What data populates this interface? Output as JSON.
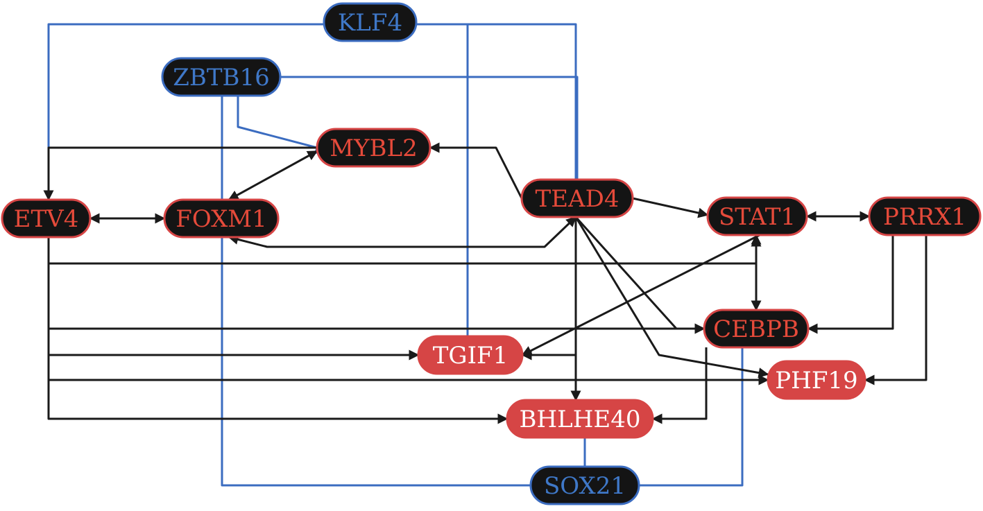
{
  "colors": {
    "activation": "#1a1a1a",
    "repression": "#3b6cc0",
    "red_fill": "#d64545",
    "red_text": "#e54a3a",
    "dark_fill": "#141414",
    "blue_text": "#3f78c8",
    "white_text": "#ffffff"
  },
  "nodes": {
    "KLF4": {
      "label": "KLF4",
      "style": "dark-blue"
    },
    "ZBTB16": {
      "label": "ZBTB16",
      "style": "dark-blue"
    },
    "MYBL2": {
      "label": "MYBL2",
      "style": "dark-red"
    },
    "TEAD4": {
      "label": "TEAD4",
      "style": "dark-red"
    },
    "ETV4": {
      "label": "ETV4",
      "style": "dark-red"
    },
    "FOXM1": {
      "label": "FOXM1",
      "style": "dark-red"
    },
    "STAT1": {
      "label": "STAT1",
      "style": "dark-red"
    },
    "PRRX1": {
      "label": "PRRX1",
      "style": "dark-red"
    },
    "CEBPB": {
      "label": "CEBPB",
      "style": "dark-red"
    },
    "TGIF1": {
      "label": "TGIF1",
      "style": "red-white"
    },
    "PHF19": {
      "label": "PHF19",
      "style": "red-white"
    },
    "BHLHE40": {
      "label": "BHLHE40",
      "style": "red-white"
    },
    "SOX21": {
      "label": "SOX21",
      "style": "dark-blue"
    }
  },
  "edges": [
    {
      "id": "klf4-etv4",
      "source": "KLF4",
      "target": "ETV4",
      "type": "repression"
    },
    {
      "id": "klf4-tead4",
      "source": "KLF4",
      "target": "TEAD4",
      "type": "repression"
    },
    {
      "id": "klf4-tgif1",
      "source": "KLF4",
      "target": "TGIF1",
      "type": "repression"
    },
    {
      "id": "zbtb16-tead4",
      "source": "ZBTB16",
      "target": "TEAD4",
      "type": "repression"
    },
    {
      "id": "zbtb16-mybl2",
      "source": "ZBTB16",
      "target": "MYBL2",
      "type": "repression"
    },
    {
      "id": "zbtb16-foxm1",
      "source": "ZBTB16",
      "target": "FOXM1",
      "type": "repression"
    },
    {
      "id": "sox21-bhlhe40",
      "source": "SOX21",
      "target": "BHLHE40",
      "type": "repression"
    },
    {
      "id": "sox21-cebpb",
      "source": "SOX21",
      "target": "CEBPB",
      "type": "repression"
    },
    {
      "id": "sox21-foxm1",
      "source": "SOX21",
      "target": "FOXM1",
      "type": "repression"
    },
    {
      "id": "mybl2-etv4",
      "source": "MYBL2",
      "target": "ETV4",
      "type": "activation"
    },
    {
      "id": "foxm1-mybl2",
      "source": "FOXM1",
      "target": "MYBL2",
      "type": "bidirectional"
    },
    {
      "id": "etv4-foxm1",
      "source": "ETV4",
      "target": "FOXM1",
      "type": "bidirectional"
    },
    {
      "id": "tead4-mybl2",
      "source": "TEAD4",
      "target": "MYBL2",
      "type": "activation"
    },
    {
      "id": "tead4-foxm1",
      "source": "TEAD4",
      "target": "FOXM1",
      "type": "bidirectional"
    },
    {
      "id": "tead4-stat1",
      "source": "TEAD4",
      "target": "STAT1",
      "type": "activation"
    },
    {
      "id": "stat1-prrx1",
      "source": "STAT1",
      "target": "PRRX1",
      "type": "bidirectional"
    },
    {
      "id": "stat1-cebpb",
      "source": "STAT1",
      "target": "CEBPB",
      "type": "bidirectional"
    },
    {
      "id": "stat1-tgif1",
      "source": "STAT1",
      "target": "TGIF1",
      "type": "activation"
    },
    {
      "id": "etv4-stat1",
      "source": "ETV4",
      "target": "STAT1",
      "type": "activation"
    },
    {
      "id": "etv4-cebpb",
      "source": "ETV4",
      "target": "CEBPB",
      "type": "activation"
    },
    {
      "id": "etv4-tgif1",
      "source": "ETV4",
      "target": "TGIF1",
      "type": "activation"
    },
    {
      "id": "etv4-phf19",
      "source": "ETV4",
      "target": "PHF19",
      "type": "activation"
    },
    {
      "id": "etv4-bhlhe40",
      "source": "ETV4",
      "target": "BHLHE40",
      "type": "activation"
    },
    {
      "id": "prrx1-cebpb",
      "source": "PRRX1",
      "target": "CEBPB",
      "type": "activation"
    },
    {
      "id": "prrx1-phf19",
      "source": "PRRX1",
      "target": "PHF19",
      "type": "activation"
    },
    {
      "id": "tead4-cebpb",
      "source": "TEAD4",
      "target": "CEBPB",
      "type": "activation"
    },
    {
      "id": "tead4-phf19",
      "source": "TEAD4",
      "target": "PHF19",
      "type": "activation"
    },
    {
      "id": "tead4-bhlhe40",
      "source": "TEAD4",
      "target": "BHLHE40",
      "type": "activation"
    },
    {
      "id": "tead4-tgif1",
      "source": "TEAD4",
      "target": "TGIF1",
      "type": "activation"
    },
    {
      "id": "cebpb-bhlhe40",
      "source": "CEBPB",
      "target": "BHLHE40",
      "type": "activation"
    }
  ]
}
